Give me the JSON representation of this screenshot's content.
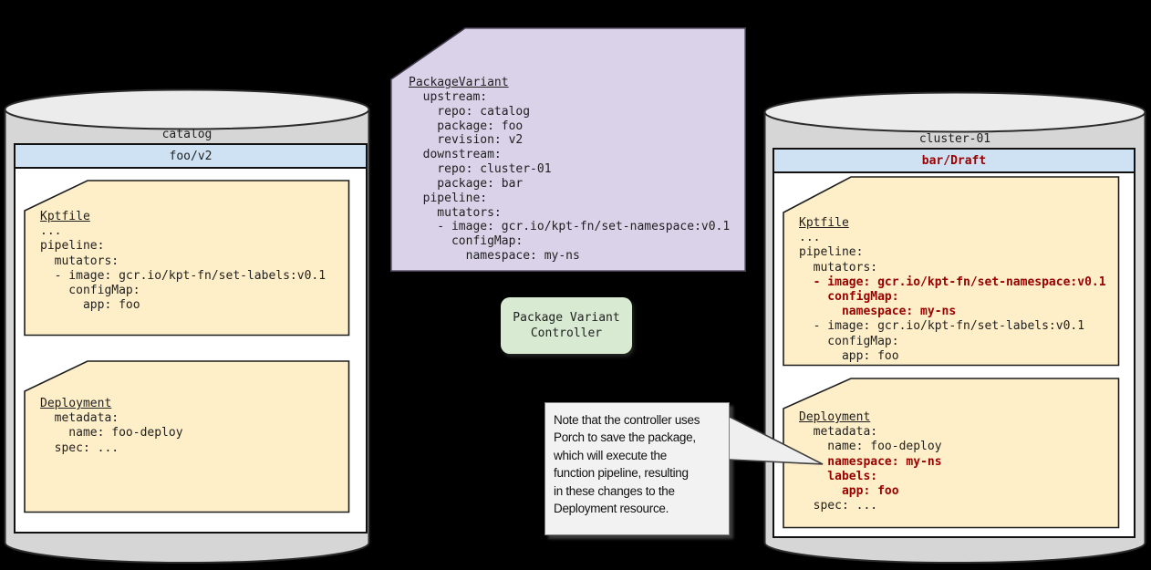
{
  "palette": {
    "background": "#000000",
    "note_yellow": "#ffefc8",
    "header_blue": "#cfe2f3",
    "note_purple": "#d9d2e9",
    "controller_green": "#d9ead3",
    "highlight_red": "#990000",
    "cylinder_body_gray": "#d6d6d6",
    "cylinder_top_gray": "#ececec"
  },
  "repos": {
    "catalog": {
      "title": "catalog",
      "package_header": "foo/v2",
      "kptfile": {
        "lines": [
          {
            "t": "Kptfile",
            "u": true
          },
          {
            "t": "..."
          },
          {
            "t": "pipeline:"
          },
          {
            "t": "  mutators:"
          },
          {
            "t": "  - image: gcr.io/kpt-fn/set-labels:v0.1"
          },
          {
            "t": "    configMap:"
          },
          {
            "t": "      app: foo"
          }
        ]
      },
      "deployment": {
        "lines": [
          {
            "t": "Deployment",
            "u": true
          },
          {
            "t": "  metadata:"
          },
          {
            "t": "    name: foo-deploy"
          },
          {
            "t": "  spec: ..."
          }
        ]
      }
    },
    "cluster": {
      "title": "cluster-01",
      "package_header": "bar/Draft",
      "kptfile": {
        "lines": [
          {
            "t": "Kptfile",
            "u": true
          },
          {
            "t": "..."
          },
          {
            "t": "pipeline:"
          },
          {
            "t": "  mutators:"
          },
          {
            "t": "  - image: gcr.io/kpt-fn/set-namespace:v0.1",
            "hl": true
          },
          {
            "t": "    configMap:",
            "hl": true
          },
          {
            "t": "      namespace: my-ns",
            "hl": true
          },
          {
            "t": "  - image: gcr.io/kpt-fn/set-labels:v0.1"
          },
          {
            "t": "    configMap:"
          },
          {
            "t": "      app: foo"
          }
        ]
      },
      "deployment": {
        "lines": [
          {
            "t": "Deployment",
            "u": true
          },
          {
            "t": "  metadata:"
          },
          {
            "t": "    name: foo-deploy"
          },
          {
            "t": "    namespace: my-ns",
            "hl": true
          },
          {
            "t": "    labels:",
            "hl": true
          },
          {
            "t": "      app: foo",
            "hl": true
          },
          {
            "t": "  spec: ..."
          }
        ]
      }
    }
  },
  "packagevariant": {
    "lines": [
      {
        "t": "PackageVariant",
        "u": true
      },
      {
        "t": "  upstream:"
      },
      {
        "t": "    repo: catalog"
      },
      {
        "t": "    package: foo"
      },
      {
        "t": "    revision: v2"
      },
      {
        "t": "  downstream:"
      },
      {
        "t": "    repo: cluster-01"
      },
      {
        "t": "    package: bar"
      },
      {
        "t": "  pipeline:"
      },
      {
        "t": "    mutators:"
      },
      {
        "t": "    - image: gcr.io/kpt-fn/set-namespace:v0.1"
      },
      {
        "t": "      configMap:"
      },
      {
        "t": "        namespace: my-ns"
      }
    ]
  },
  "controller": {
    "label": "Package Variant\nController"
  },
  "callout": {
    "text": "Note that the controller uses\nPorch to save the package,\nwhich will execute the\nfunction pipeline, resulting\nin these changes to the\nDeployment resource."
  }
}
